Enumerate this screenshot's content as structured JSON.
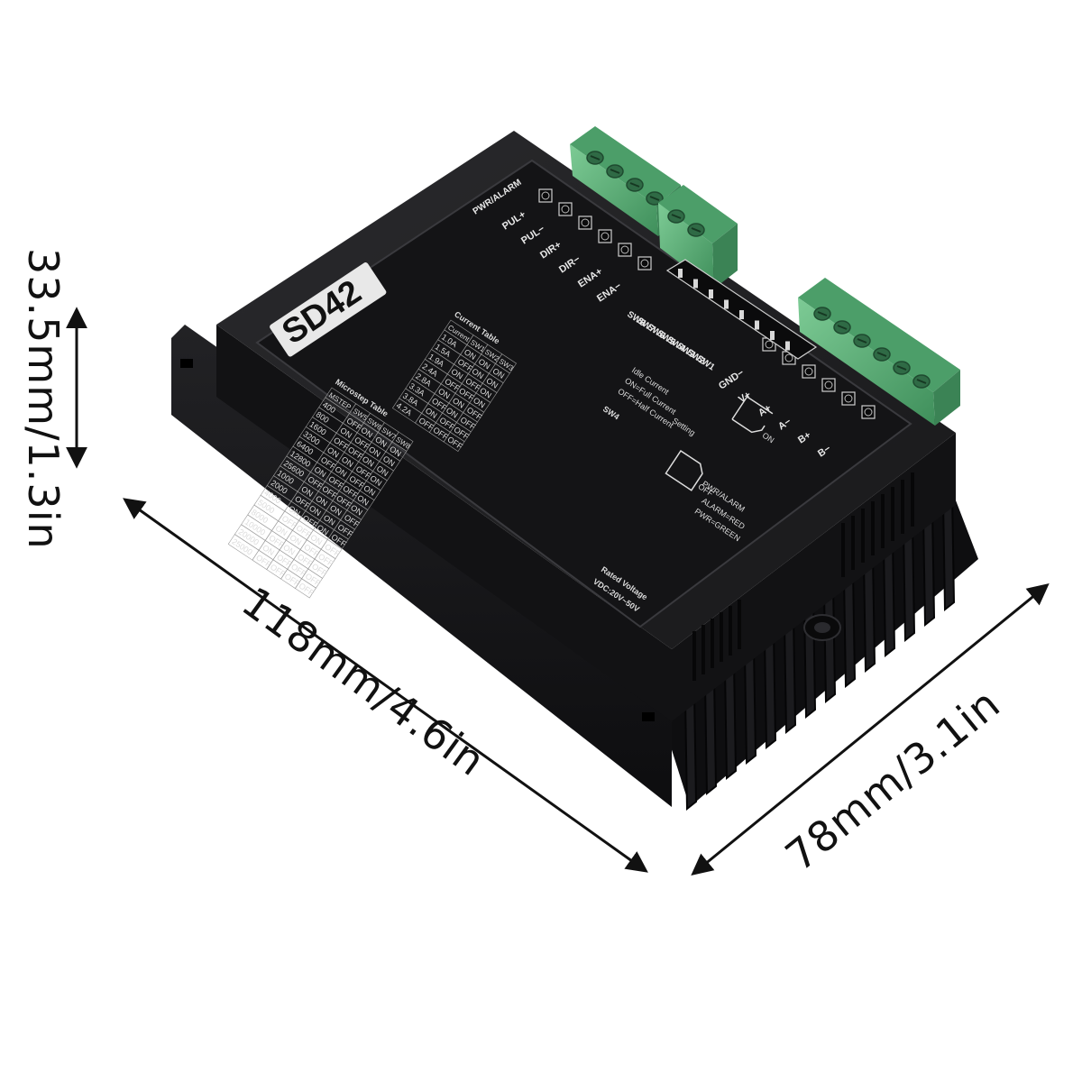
{
  "dimensions": {
    "height": "33.5mm/1.3in",
    "length": "118mm/4.6in",
    "width": "78mm/3.1in"
  },
  "device": {
    "model": "SD42",
    "pwr_alarm_header": "PWR/ALARM",
    "signal_terminals": [
      "PUL+",
      "PUL−",
      "DIR+",
      "DIR−",
      "ENA+",
      "ENA−"
    ],
    "power_terminals": [
      "GND−",
      "V+",
      "A+",
      "A−",
      "B+",
      "B−"
    ],
    "switch_labels": [
      "SW8",
      "SW7",
      "SW6",
      "SW5",
      "SW4",
      "SW3",
      "SW2",
      "SW1"
    ],
    "microstep_table_title": "Microstep Table",
    "microstep_headers": [
      "MSTEP",
      "SW5",
      "SW6",
      "SW7",
      "SW8"
    ],
    "microstep_rows": [
      [
        "400",
        "OFF",
        "ON",
        "ON",
        "ON"
      ],
      [
        "800",
        "ON",
        "OFF",
        "ON",
        "ON"
      ],
      [
        "1600",
        "OFF",
        "OFF",
        "ON",
        "ON"
      ],
      [
        "3200",
        "ON",
        "ON",
        "OFF",
        "ON"
      ],
      [
        "6400",
        "OFF",
        "ON",
        "OFF",
        "ON"
      ],
      [
        "12800",
        "ON",
        "OFF",
        "OFF",
        "ON"
      ],
      [
        "25600",
        "OFF",
        "OFF",
        "OFF",
        "ON"
      ],
      [
        "1000",
        "ON",
        "ON",
        "ON",
        "OFF"
      ],
      [
        "2000",
        "OFF",
        "ON",
        "ON",
        "OFF"
      ],
      [
        "4000",
        "ON",
        "OFF",
        "ON",
        "OFF"
      ],
      [
        "5000",
        "OFF",
        "OFF",
        "ON",
        "OFF"
      ],
      [
        "8000",
        "ON",
        "ON",
        "OFF",
        "OFF"
      ],
      [
        "10000",
        "OFF",
        "ON",
        "OFF",
        "OFF"
      ],
      [
        "20000",
        "ON",
        "OFF",
        "OFF",
        "OFF"
      ],
      [
        "25000",
        "OFF",
        "OFF",
        "OFF",
        "OFF"
      ]
    ],
    "current_table_title": "Current Table",
    "current_headers": [
      "Current",
      "SW1",
      "SW2",
      "SW3"
    ],
    "current_rows": [
      [
        "1.0A",
        "ON",
        "ON",
        "ON"
      ],
      [
        "1.5A",
        "OFF",
        "ON",
        "ON"
      ],
      [
        "1.9A",
        "ON",
        "OFF",
        "ON"
      ],
      [
        "2.4A",
        "OFF",
        "OFF",
        "ON"
      ],
      [
        "2.8A",
        "ON",
        "ON",
        "OFF"
      ],
      [
        "3.3A",
        "OFF",
        "ON",
        "OFF"
      ],
      [
        "3.8A",
        "ON",
        "OFF",
        "OFF"
      ],
      [
        "4.2A",
        "OFF",
        "OFF",
        "OFF"
      ]
    ],
    "sw4_label": "SW4",
    "sw4_idle": "Idle Current",
    "sw4_on": "ON=Full Current",
    "sw4_off": "OFF=Half Current",
    "setting_label": "Setting",
    "on_label": "ON",
    "off_label": "OFF",
    "pwr_alarm_footer": "PWR/ALARM",
    "alarm_red": "ALARM=RED",
    "pwr_green": "PWR=GREEN",
    "rated_voltage": "Rated Voltage",
    "vdc": "VDC:20V~50V"
  },
  "colors": {
    "body": "#1c1c1e",
    "panel": "#141416",
    "terminal_green": "#5fb27a",
    "arrow": "#111111"
  }
}
